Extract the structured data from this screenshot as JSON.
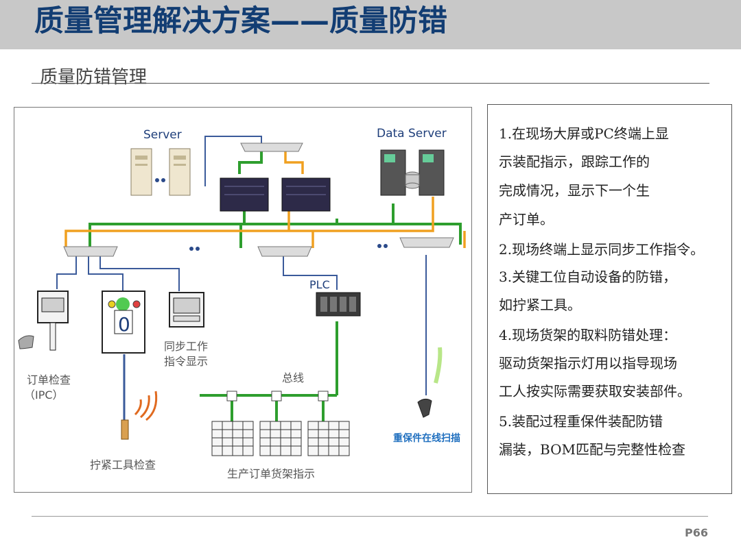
{
  "slide": {
    "title": "质量管理解决方案——质量防错",
    "subtitle": "质量防错管理",
    "page_number": "P66"
  },
  "diagram": {
    "server_label": "Server",
    "data_server_label": "Data Server",
    "plc_label": "PLC",
    "order_check_label_1": "订单检查",
    "order_check_label_2": "（IPC）",
    "sync_label_1": "同步工作",
    "sync_label_2": "指令显示",
    "bus_label": "总线",
    "tighten_label": "拧紧工具检查",
    "rack_label": "生产订单货架指示",
    "scan_label": "重保件在线扫描",
    "counter_value": "0"
  },
  "points": {
    "lines": [
      "1.在现场大屏或PC终端上显",
      "示装配指示，跟踪工作的",
      "完成情况，显示下一个生",
      "产订单。",
      "2.现场终端上显示同步工作指令。",
      "3.关键工位自动设备的防错，",
      " 如拧紧工具。",
      "4.现场货架的取料防错处理：",
      "驱动货架指示灯用以指导现场",
      "工人按实际需要获取安装部件。",
      "5.装配过程重保件装配防错",
      " 漏装，BOM匹配与完整性检查"
    ]
  },
  "colors": {
    "title": "#123d73",
    "header_bar": "#c8c8c8",
    "green_wire": "#2e9e2e",
    "orange_wire": "#f0a020",
    "blue_wire": "#3a5a9a",
    "scan_label": "#1f6fbf"
  }
}
